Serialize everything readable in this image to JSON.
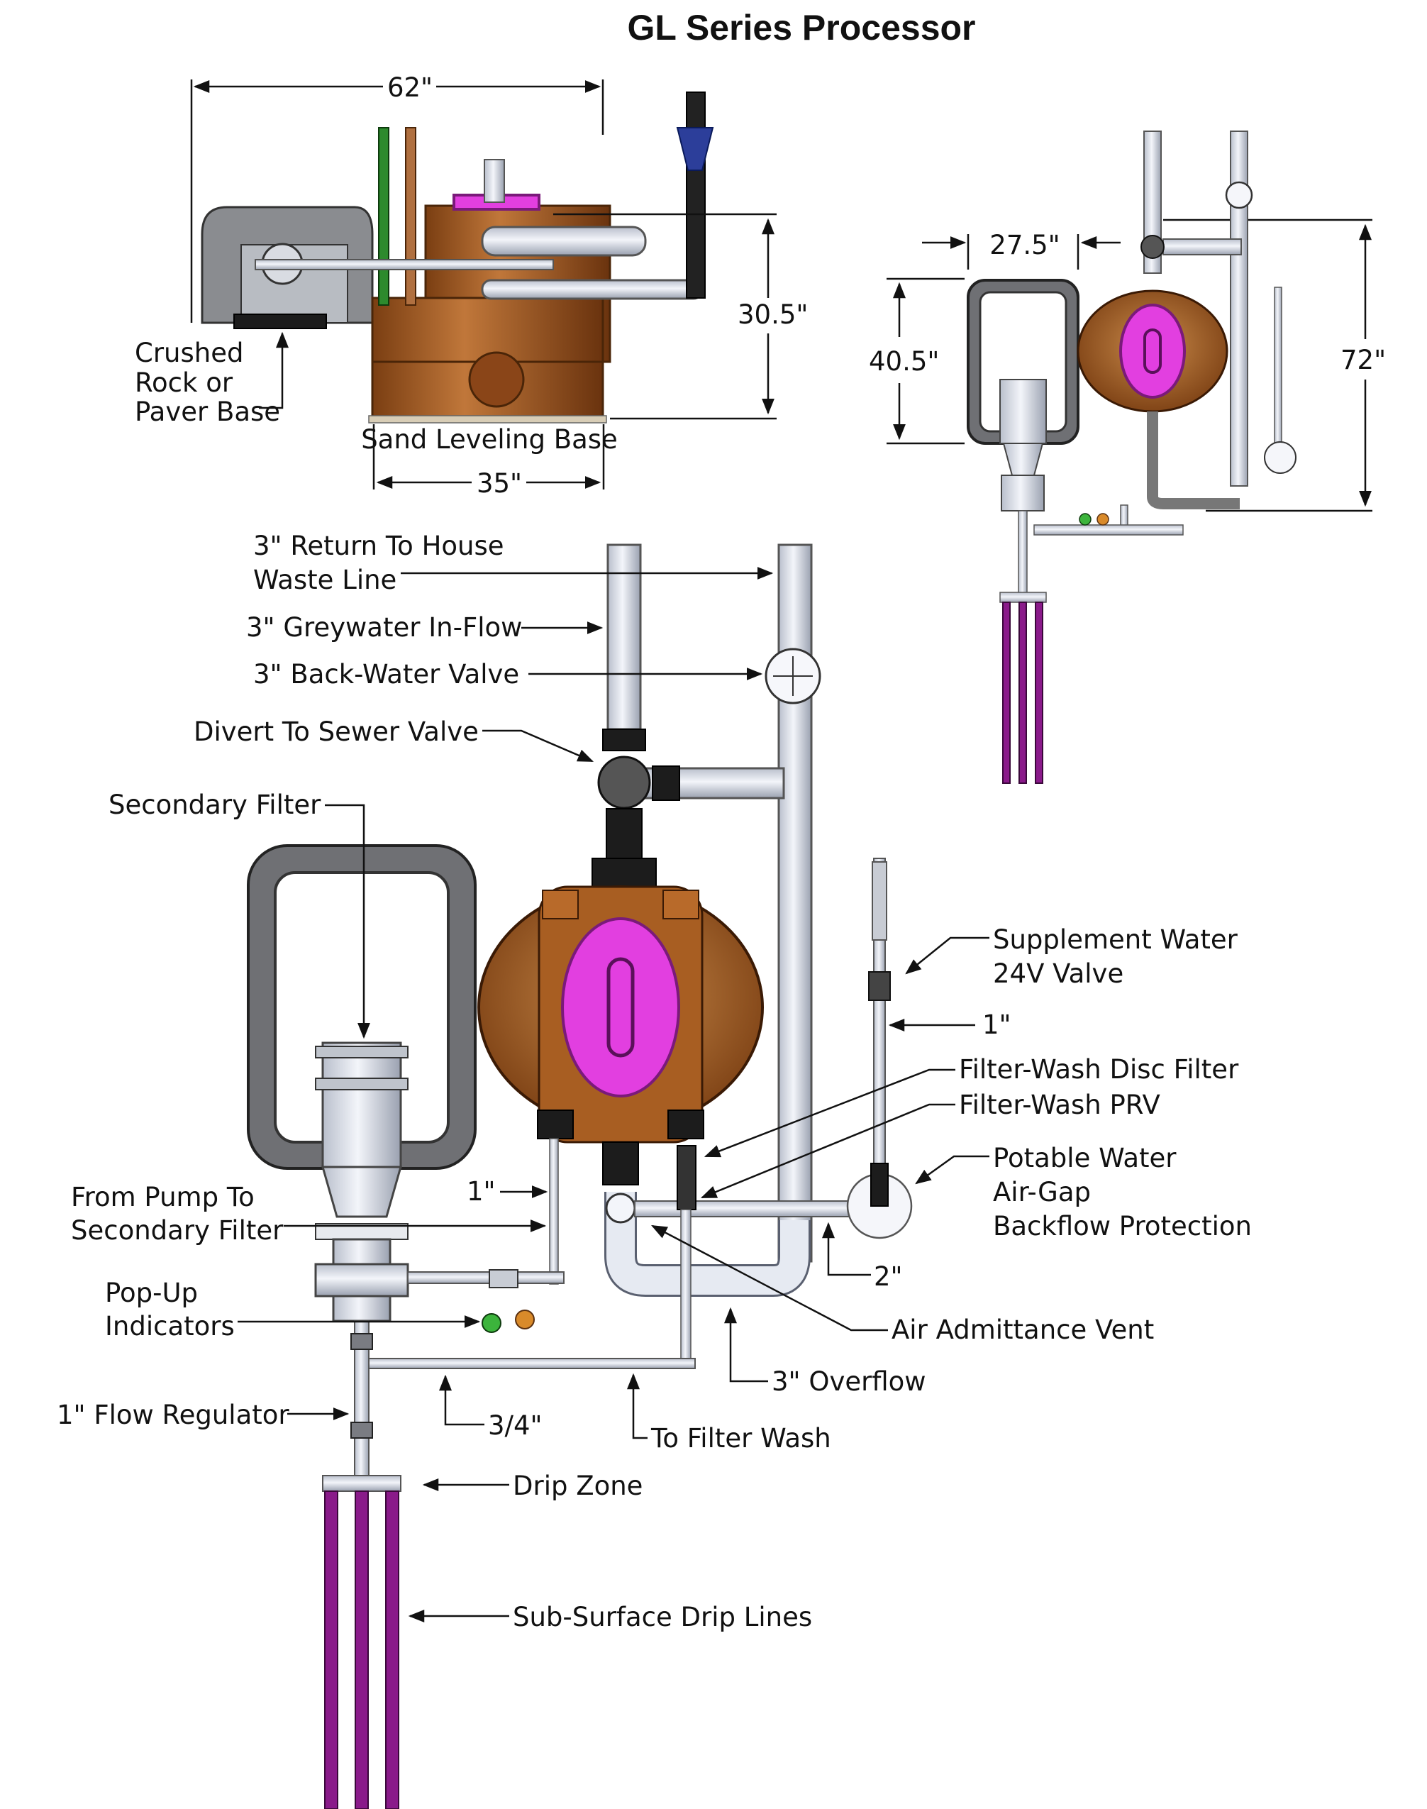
{
  "title": "GL Series Processor",
  "dimensions": {
    "top_width": "62\"",
    "top_height": "30.5\"",
    "base_width": "35\"",
    "plan_width": "27.5\"",
    "plan_depth": "40.5\"",
    "plan_height": "72\"",
    "one_inch_a": "1\"",
    "one_inch_b": "1\"",
    "two_inch": "2\"",
    "three_quarter": "3/4\"",
    "three_overflow": "3\" Overflow"
  },
  "labels": {
    "crushed_1": "Crushed",
    "crushed_2": "Rock or",
    "crushed_3": "Paver Base",
    "sand_base": "Sand Leveling Base",
    "return_1": "3\" Return To House",
    "return_2": "Waste Line",
    "greywater": "3\" Greywater In-Flow",
    "backwater": "3\" Back-Water Valve",
    "divert": "Divert To Sewer Valve",
    "secondary_filter": "Secondary Filter",
    "supplement_1": "Supplement Water",
    "supplement_2": "24V Valve",
    "disc_filter": "Filter-Wash Disc Filter",
    "prv": "Filter-Wash PRV",
    "potable_1": "Potable Water",
    "potable_2": "Air-Gap",
    "potable_3": "Backflow Protection",
    "from_pump_1": "From Pump To",
    "from_pump_2": "Secondary Filter",
    "popup_1": "Pop-Up",
    "popup_2": "Indicators",
    "air_vent": "Air Admittance Vent",
    "flow_reg": "1\" Flow Regulator",
    "to_filter_wash": "To Filter Wash",
    "drip_zone": "Drip Zone",
    "drip_lines": "Sub-Surface Drip Lines"
  },
  "colors": {
    "tank": "#b86a2a",
    "lid": "#e23fe0",
    "drip_line": "#8a1a8a",
    "pipe": "#e6eaf2",
    "indicator_green": "#3cb43c",
    "indicator_orange": "#d98a2a"
  }
}
